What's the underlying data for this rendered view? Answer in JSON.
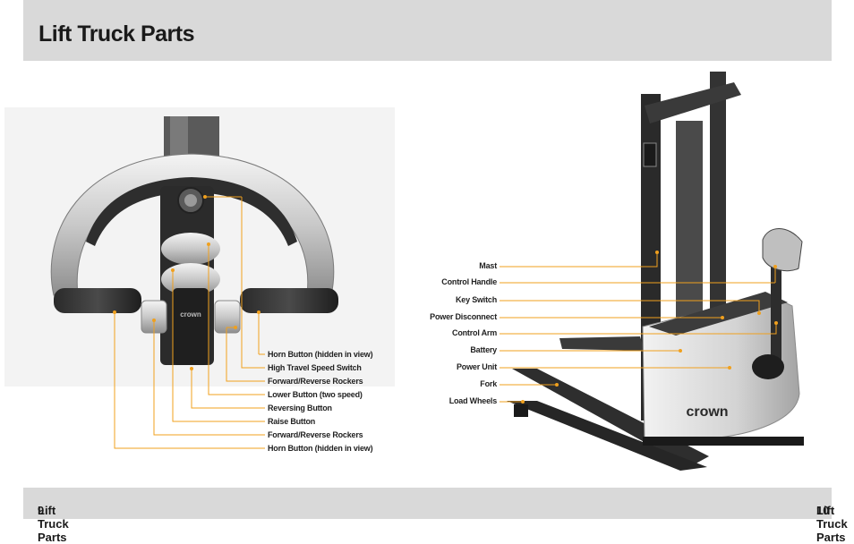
{
  "header": {
    "title": "Lift Truck Parts"
  },
  "footer": {
    "left_page": "9",
    "left_title": "Lift Truck Parts",
    "right_title": "Lift Truck Parts",
    "right_page": "10"
  },
  "handle_callouts": [
    "Horn Button (hidden in view)",
    "High Travel Speed Switch",
    "Forward/Reverse Rockers",
    "Lower Button (two speed)",
    "Reversing Button",
    "Raise Button",
    "Forward/Reverse Rockers",
    "Horn Button (hidden in view)"
  ],
  "truck_callouts": [
    "Mast",
    "Control Handle",
    "Key Switch",
    "Power Disconnect",
    "Control Arm",
    "Battery",
    "Power Unit",
    "Fork",
    "Load Wheels"
  ],
  "brand": {
    "logo_text": "crown"
  },
  "colors": {
    "leader": "#f0a01e",
    "band": "#d9d9d9"
  }
}
